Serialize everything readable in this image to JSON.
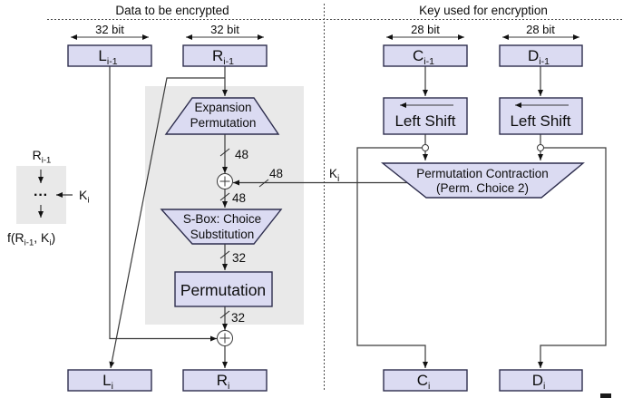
{
  "headers": {
    "left": "Data to be encrypted",
    "right": "Key used for encryption"
  },
  "span_labels": {
    "l_prev": "32 bit",
    "r_prev": "32 bit",
    "c_prev": "28 bit",
    "d_prev": "28 bit"
  },
  "boxes": {
    "l_prev": {
      "main": "L",
      "sub": "i-1"
    },
    "r_prev": {
      "main": "R",
      "sub": "i-1"
    },
    "c_prev": {
      "main": "C",
      "sub": "i-1"
    },
    "d_prev": {
      "main": "D",
      "sub": "i-1"
    },
    "left_shift_c": "Left Shift",
    "left_shift_d": "Left Shift",
    "permutation": "Permutation",
    "l_out": {
      "main": "L",
      "sub": "i"
    },
    "r_out": {
      "main": "R",
      "sub": "i"
    },
    "c_out": {
      "main": "C",
      "sub": "i"
    },
    "d_out": {
      "main": "D",
      "sub": "i"
    }
  },
  "trapezoids": {
    "expansion": {
      "line1": "Expansion",
      "line2": "Permutation"
    },
    "sbox": {
      "line1": "S-Box: Choice",
      "line2": "Substitution"
    },
    "perm_contraction": {
      "line1": "Permutation Contraction",
      "line2": "(Perm. Choice 2)"
    }
  },
  "wire_labels": {
    "out_expansion": "48",
    "key_in": "48",
    "into_sbox": "48",
    "out_sbox": "32",
    "out_permutation": "32",
    "k": {
      "main": "K",
      "sub": "i"
    }
  },
  "legend": {
    "r": {
      "main": "R",
      "sub": "i-1"
    },
    "dots": "···",
    "k": {
      "main": "K",
      "sub": "i"
    },
    "f": {
      "p1": "f(R",
      "s1": "i-1",
      "p2": ", K",
      "s2": "i",
      "p3": ")"
    }
  },
  "colors": {
    "box_fill": "#dbdbf2",
    "box_border": "#2e2e4e",
    "panel_gray": "#e9e9e9",
    "wire": "#3a3a3a"
  }
}
